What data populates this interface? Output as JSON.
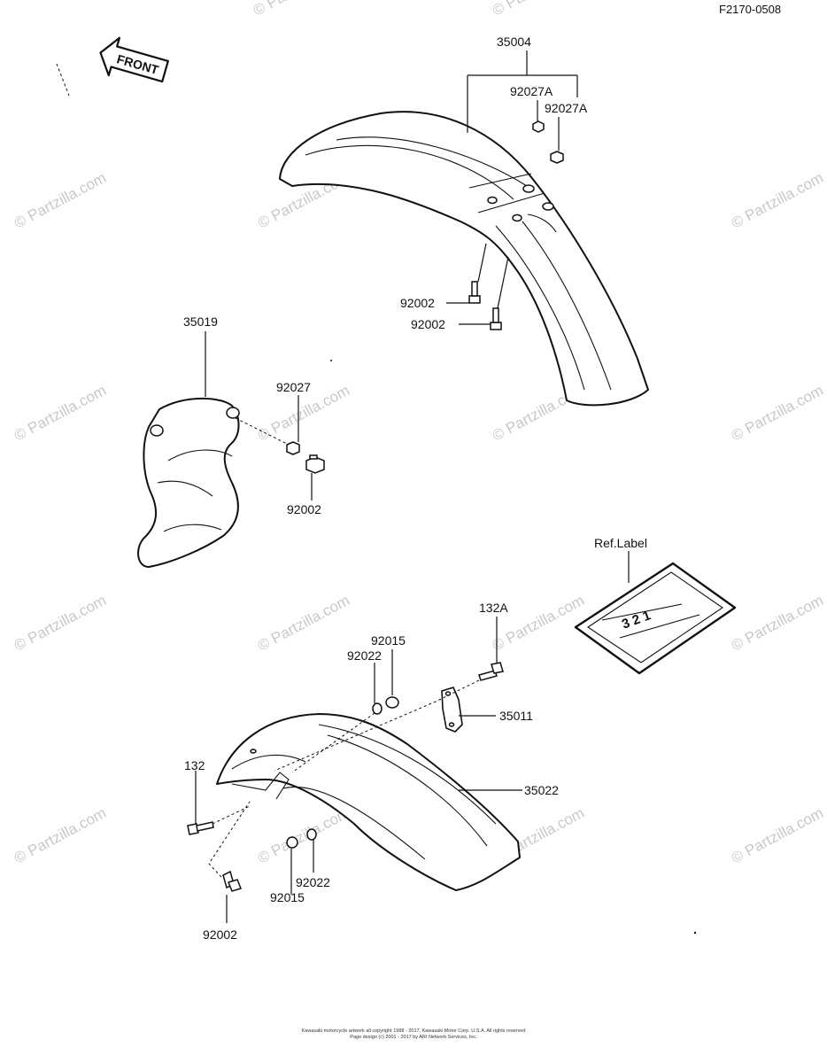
{
  "diagram_code": "F2170-0508",
  "direction_arrow": {
    "label": "FRONT"
  },
  "watermark": "© Partzilla.com",
  "ref_label": {
    "caption": "Ref.Label",
    "printed_text": "3 2 1"
  },
  "part_labels": [
    "35004",
    "92027A",
    "92027A",
    "92002",
    "92002",
    "35019",
    "92027",
    "92002",
    "132A",
    "92015",
    "92022",
    "35011",
    "35022",
    "132",
    "92022",
    "92015",
    "92002"
  ],
  "footer": {
    "line1": "Kawasaki motorcycle artwork all copyright 1988 - 2017, Kawasaki Motor Corp. U.S.A. All rights reserved",
    "line2": "Page design (c) 2001 - 2017 by ARI Network Services, Inc."
  }
}
